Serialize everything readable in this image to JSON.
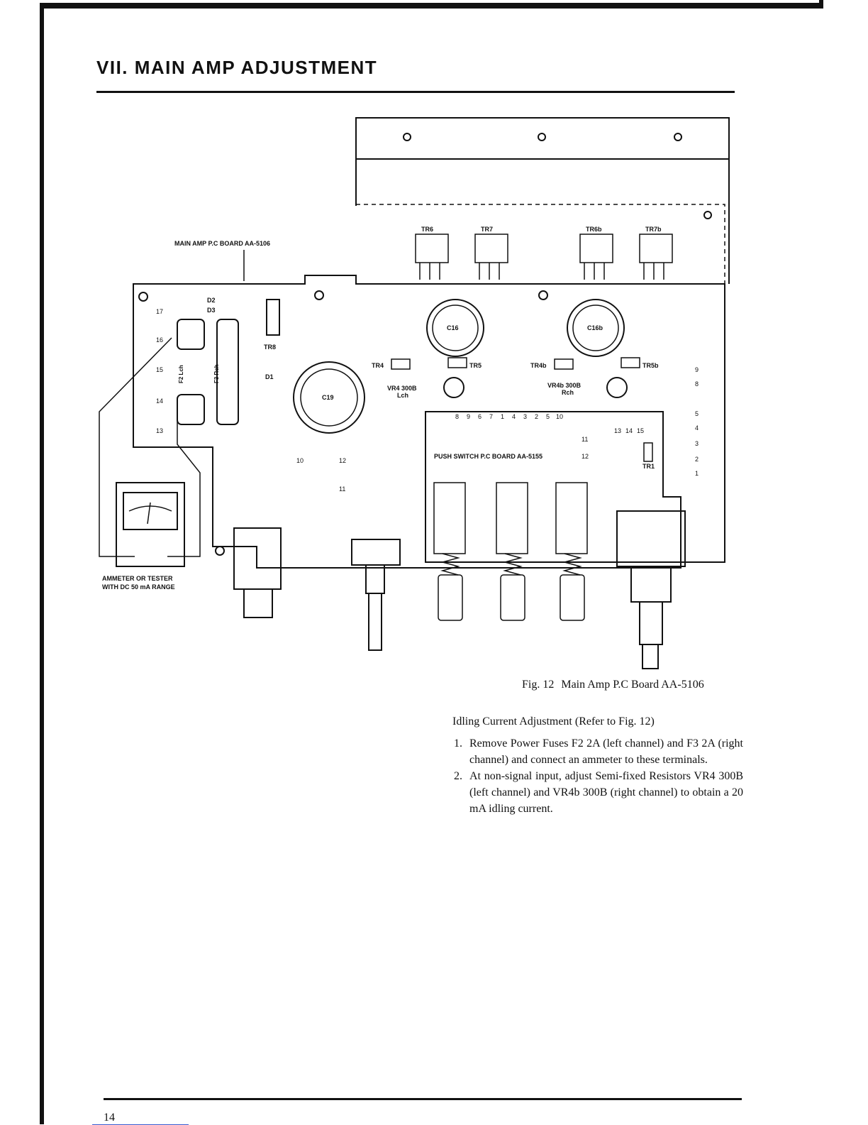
{
  "header": {
    "title": "VII.  MAIN AMP ADJUSTMENT"
  },
  "figure": {
    "labels": {
      "main_board": "MAIN AMP P.C BOARD AA-5106",
      "push_switch_board": "PUSH SWITCH P.C BOARD AA-5155",
      "ammeter_line1": "AMMETER OR TESTER",
      "ammeter_line2": "WITH DC 50 mA RANGE",
      "tr6": "TR6",
      "tr7": "TR7",
      "tr6b": "TR6b",
      "tr7b": "TR7b",
      "tr8": "TR8",
      "tr4": "TR4",
      "tr5": "TR5",
      "tr4b": "TR4b",
      "tr5b": "TR5b",
      "tr1": "TR1",
      "c16": "C16",
      "c16b": "C16b",
      "c19": "C19",
      "d1": "D1",
      "d2": "D2",
      "d3": "D3",
      "f2_lch": "F2 Lch",
      "f3_rch": "F3 Rch",
      "vr4": "VR4 300B",
      "vr4_ch": "Lch",
      "vr4b": "VR4b 300B",
      "vr4b_ch": "Rch"
    },
    "terminals_left": [
      "17",
      "16",
      "15",
      "14",
      "13"
    ],
    "terminals_right": [
      "9",
      "8",
      "5",
      "4",
      "3",
      "2",
      "1"
    ],
    "switch_terminals_row": [
      "8",
      "9",
      "6",
      "7",
      "1",
      "4",
      "3",
      "2",
      "5",
      "10"
    ],
    "switch_terminals_right": [
      "13",
      "14",
      "15"
    ],
    "switch_terminal_11": "11",
    "switch_terminal_12": "12",
    "board_terminals_10": "10",
    "board_terminals_12": "12",
    "board_terminals_11": "11",
    "caption": {
      "fig_no": "Fig. 12",
      "fig_title": "Main Amp P.C Board  AA-5106"
    }
  },
  "procedure": {
    "heading": "Idling Current Adjustment (Refer to Fig. 12)",
    "steps": [
      {
        "num": "1.",
        "text": "Remove Power Fuses F2 2A (left channel) and F3 2A (right channel) and connect an ammeter to these terminals."
      },
      {
        "num": "2.",
        "text": "At non-signal input, adjust Semi-fixed Resistors VR4 300B (left channel) and VR4b 300B (right channel) to obtain a 20 mA idling current."
      }
    ]
  },
  "footer": {
    "page_number": "14"
  }
}
